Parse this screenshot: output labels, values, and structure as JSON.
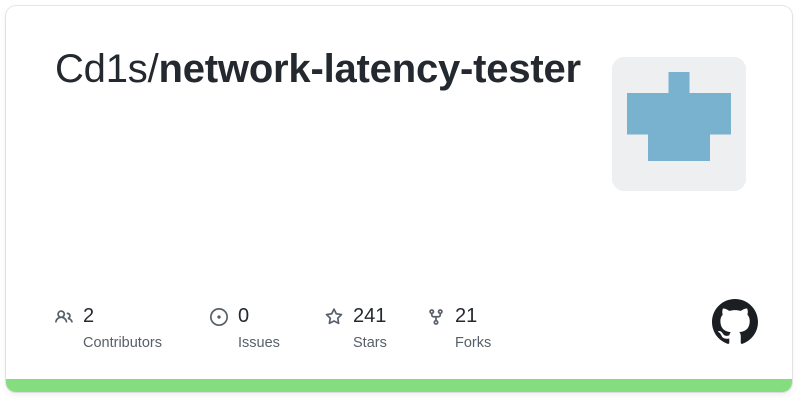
{
  "repo": {
    "owner": "Cd1s/",
    "name": "network-latency-tester"
  },
  "stats": [
    {
      "icon": "people-icon",
      "value": "2",
      "label": "Contributors"
    },
    {
      "icon": "issue-open-icon",
      "value": "0",
      "label": "Issues"
    },
    {
      "icon": "star-icon",
      "value": "241",
      "label": "Stars"
    },
    {
      "icon": "fork-icon",
      "value": "21",
      "label": "Forks"
    }
  ],
  "logo": "github-octocat-logo",
  "avatar": {
    "description": "pixel identicon avatar",
    "background_color": "#edeff1",
    "foreground_color": "#79b2cf"
  },
  "colors": {
    "title_text": "#24292f",
    "muted_text": "#57606a",
    "language_bar": "#84de80",
    "logo": "#1b1f24"
  }
}
